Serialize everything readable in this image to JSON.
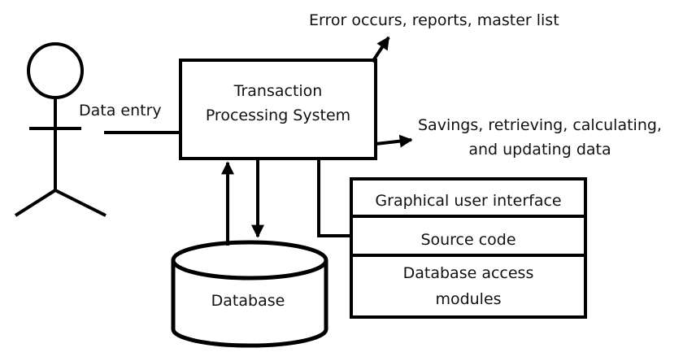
{
  "labels": {
    "error_output": "Error occurs, reports, master list",
    "data_entry": "Data entry",
    "tps_line1": "Transaction",
    "tps_line2": "Processing System",
    "output_line1": "Savings, retrieving, calculating,",
    "output_line2": "and updating data",
    "database": "Database"
  },
  "components": [
    {
      "label_lines": [
        "Graphical user interface"
      ]
    },
    {
      "label_lines": [
        "Source code"
      ]
    },
    {
      "label_lines": [
        "Database access",
        "modules"
      ]
    }
  ],
  "colors": {
    "stroke": "#000000",
    "background": "#ffffff"
  }
}
